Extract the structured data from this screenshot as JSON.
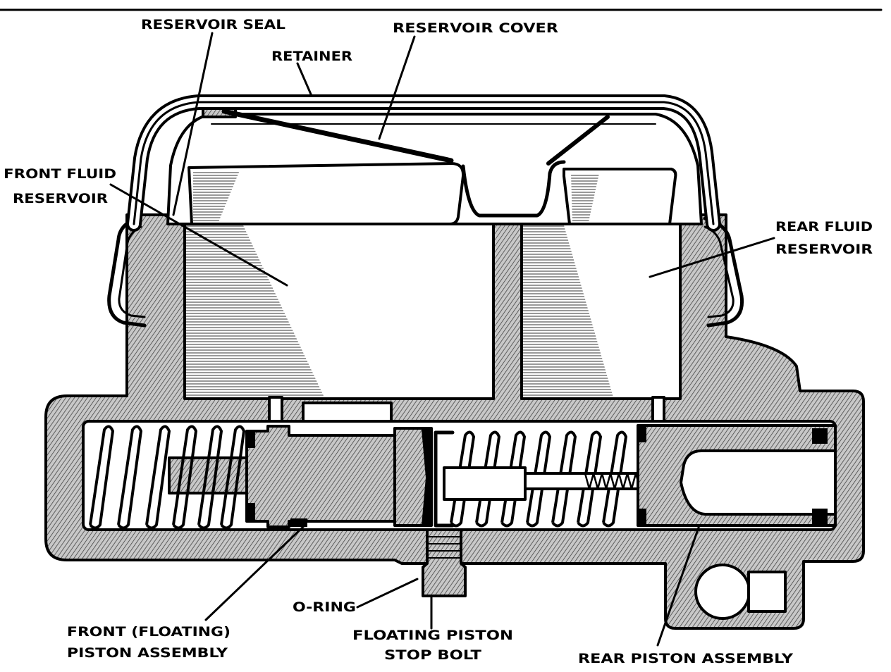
{
  "diagram": {
    "labels": {
      "reservoir_seal": "RESERVOIR SEAL",
      "reservoir_cover": "RESERVOIR COVER",
      "retainer": "RETAINER",
      "front_fluid_reservoir": [
        "FRONT FLUID",
        "RESERVOIR"
      ],
      "rear_fluid_reservoir": [
        "REAR FLUID",
        "RESERVOIR"
      ],
      "o_ring": "O-RING",
      "front_floating_piston_assembly": [
        "FRONT (FLOATING)",
        "PISTON ASSEMBLY"
      ],
      "floating_piston_stop_bolt": [
        "FLOATING PISTON",
        "STOP BOLT"
      ],
      "rear_piston_assembly": "REAR PISTON ASSEMBLY"
    }
  },
  "colors": {
    "ink": "#000000",
    "paper": "#ffffff",
    "hatch": "#c8c8c8"
  }
}
